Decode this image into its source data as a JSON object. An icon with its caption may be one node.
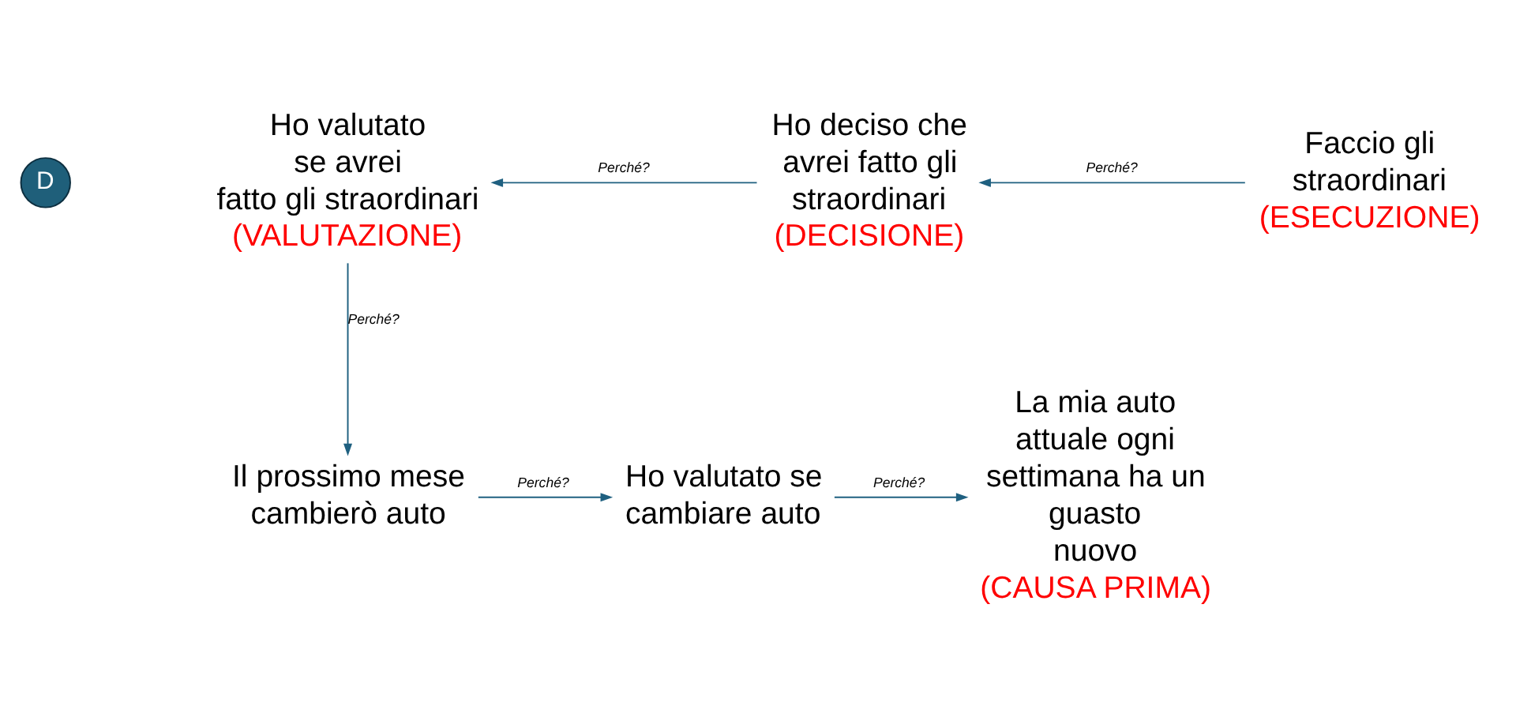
{
  "diagram": {
    "nodes": [
      {
        "text": [
          "D"
        ]
      },
      {
        "text": [
          "Ho valutato se avrei fatto gli straordinari",
          "(VALUTAZIONE)"
        ]
      },
      {
        "text": [
          "Ho deciso che avrei fatto gli straordinari",
          "(DECISIONE)"
        ]
      },
      {
        "text": [
          "Faccio gli straordinari",
          "(ESECUZIONE)"
        ]
      },
      {
        "text": [
          "Il prossimo mese cambierò auto"
        ]
      },
      {
        "text": [
          "Ho valutato se cambiare auto"
        ]
      },
      {
        "text": [
          "La mia auto attuale ogni settimana ha un guasto nuovo",
          "(CAUSA PRIMA)"
        ]
      }
    ],
    "edges": [
      {
        "from": 3,
        "to": 2,
        "arrow": "to",
        "label": "Perché?"
      },
      {
        "from": 2,
        "to": 1,
        "arrow": "to",
        "label": "Perché?"
      },
      {
        "from": 1,
        "to": 4,
        "arrow": "to",
        "label": "Perché?"
      },
      {
        "from": 4,
        "to": 5,
        "arrow": "to",
        "label": "Perché?"
      },
      {
        "from": 5,
        "to": 6,
        "arrow": "to",
        "label": "Perché?"
      }
    ]
  }
}
